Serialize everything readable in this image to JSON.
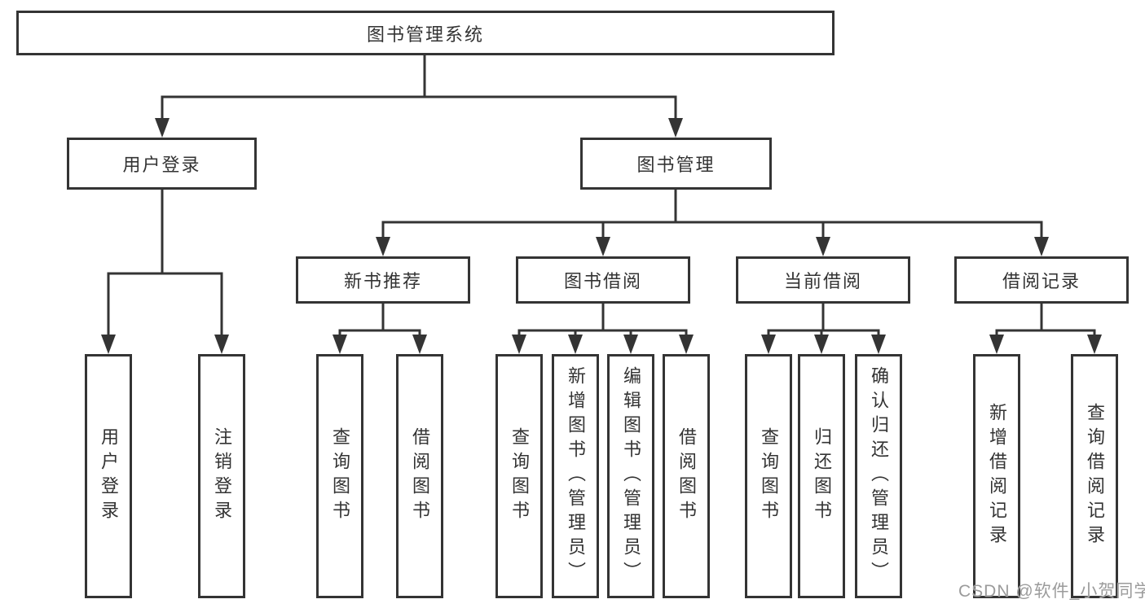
{
  "diagram": {
    "root": {
      "label": "图书管理系统"
    },
    "branches": [
      {
        "label": "用户登录",
        "children": [
          {
            "label": "用户登录"
          },
          {
            "label": "注销登录"
          }
        ]
      },
      {
        "label": "图书管理",
        "children": [
          {
            "label": "新书推荐",
            "children": [
              {
                "label": "查询图书"
              },
              {
                "label": "借阅图书"
              }
            ]
          },
          {
            "label": "图书借阅",
            "children": [
              {
                "label": "查询图书"
              },
              {
                "label": "新增图书（管理员）"
              },
              {
                "label": "编辑图书（管理员）"
              },
              {
                "label": "借阅图书"
              }
            ]
          },
          {
            "label": "当前借阅",
            "children": [
              {
                "label": "查询图书"
              },
              {
                "label": "归还图书"
              },
              {
                "label": "确认归还（管理员）"
              }
            ]
          },
          {
            "label": "借阅记录",
            "children": [
              {
                "label": "新增借阅记录"
              },
              {
                "label": "查询借阅记录"
              }
            ]
          }
        ]
      }
    ],
    "colors": {
      "line": "#343434",
      "text": "#333333",
      "background": "#ffffff",
      "watermark": "#9b9b9b"
    }
  },
  "watermark": {
    "text": "CSDN @软件_小贺同学"
  }
}
